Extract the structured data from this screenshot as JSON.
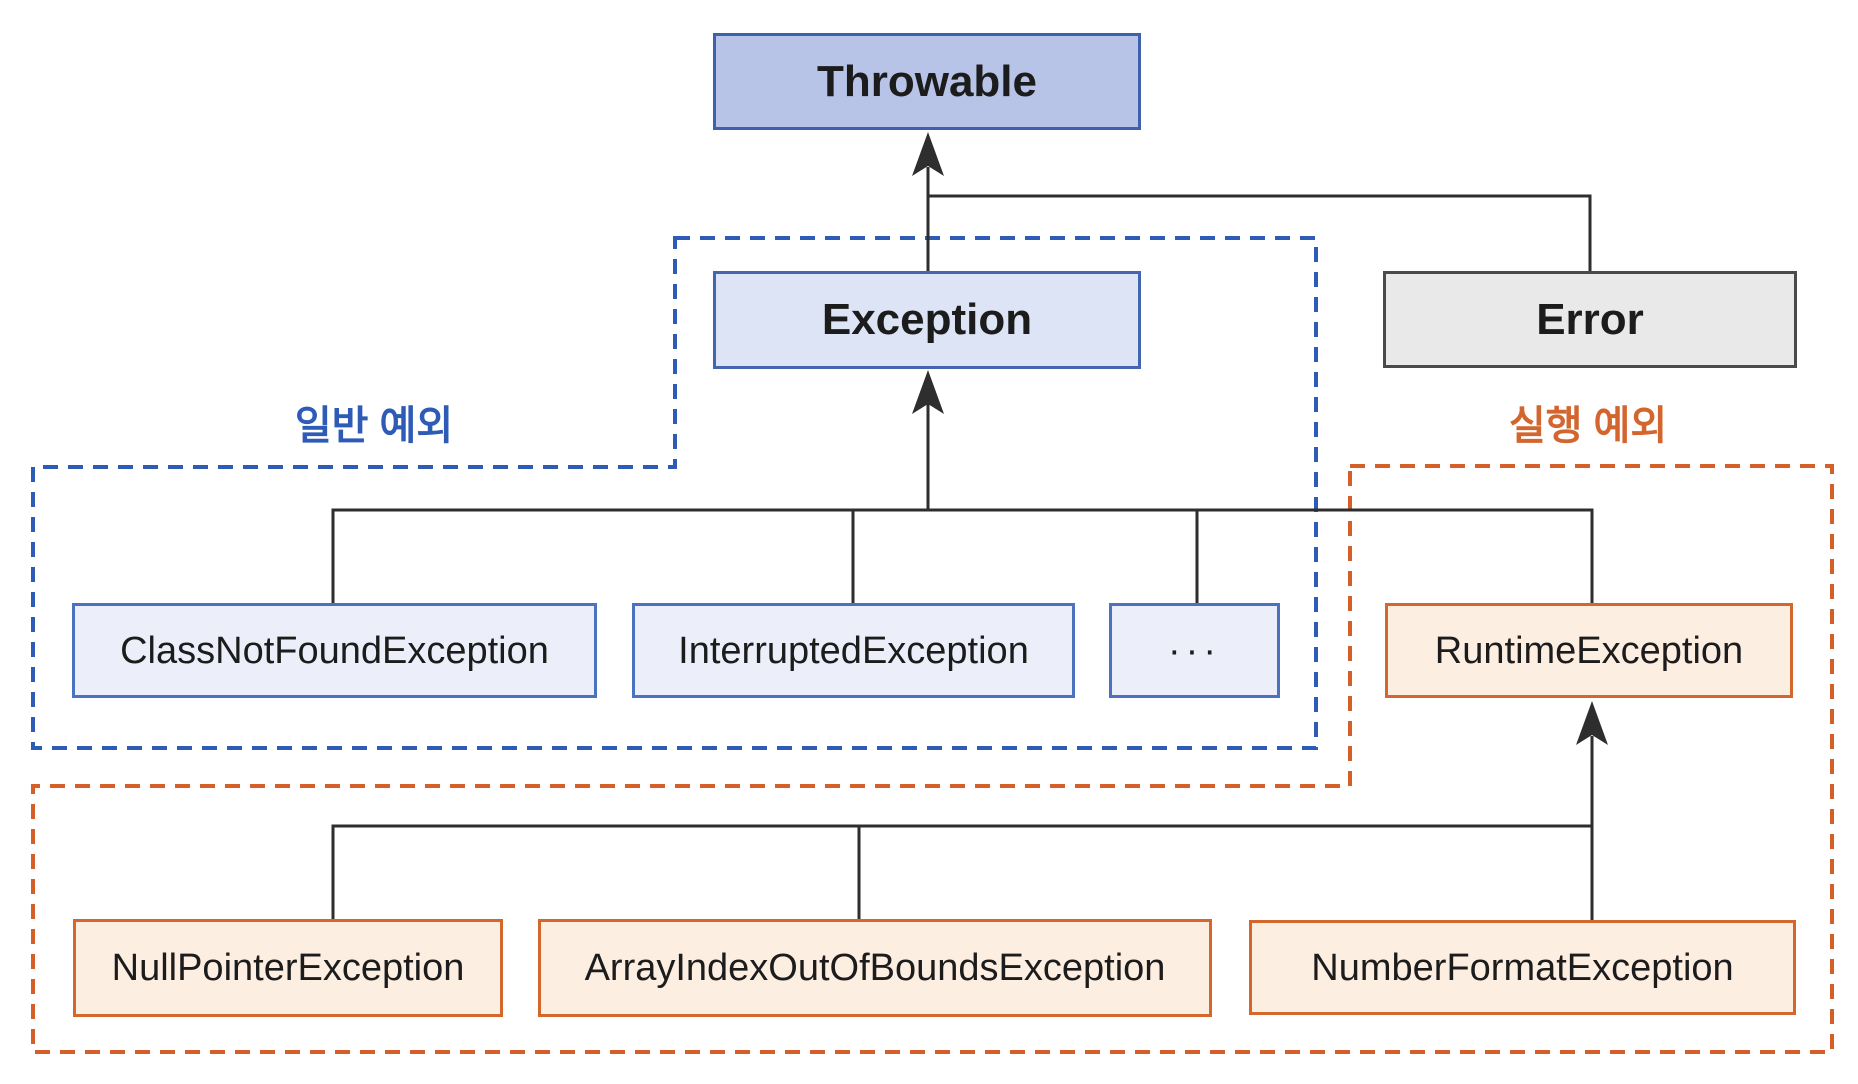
{
  "diagram": {
    "description": "Java exception class hierarchy",
    "root": "Throwable"
  },
  "nodes": {
    "throwable": {
      "label": "Throwable"
    },
    "exception": {
      "label": "Exception"
    },
    "error": {
      "label": "Error"
    },
    "class_not_found": {
      "label": "ClassNotFoundException"
    },
    "interrupted": {
      "label": "InterruptedException"
    },
    "ellipsis": {
      "label": "···"
    },
    "runtime_exception": {
      "label": "RuntimeException"
    },
    "null_pointer": {
      "label": "NullPointerException"
    },
    "array_index_out_of_bounds": {
      "label": "ArrayIndexOutOfBoundsException"
    },
    "number_format": {
      "label": "NumberFormatException"
    }
  },
  "region_labels": {
    "general": {
      "label": "일반 예외",
      "color": "#2e5bb5"
    },
    "runtime": {
      "label": "실행 예외",
      "color": "#d2662e"
    }
  },
  "edges": [
    {
      "from": "Exception",
      "to": "Throwable"
    },
    {
      "from": "Error",
      "to": "Throwable"
    },
    {
      "from": "ClassNotFoundException",
      "to": "Exception"
    },
    {
      "from": "InterruptedException",
      "to": "Exception"
    },
    {
      "from": "···",
      "to": "Exception"
    },
    {
      "from": "RuntimeException",
      "to": "Exception"
    },
    {
      "from": "NullPointerException",
      "to": "RuntimeException"
    },
    {
      "from": "ArrayIndexOutOfBoundsException",
      "to": "RuntimeException"
    },
    {
      "from": "NumberFormatException",
      "to": "RuntimeException"
    }
  ],
  "colors": {
    "root_fill": "#b7c3e7",
    "root_border": "#3f60ad",
    "exception_fill": "#dde4f5",
    "light_blue_fill": "#eceff9",
    "blue_border": "#4a72be",
    "error_fill": "#e9e9e9",
    "error_border": "#4a4a4c",
    "orange_fill": "#fdeee2",
    "orange_border": "#d4682c",
    "blue_dash": "#2e5bb5",
    "orange_dash": "#d55f28",
    "connector": "#2e2e2e"
  }
}
